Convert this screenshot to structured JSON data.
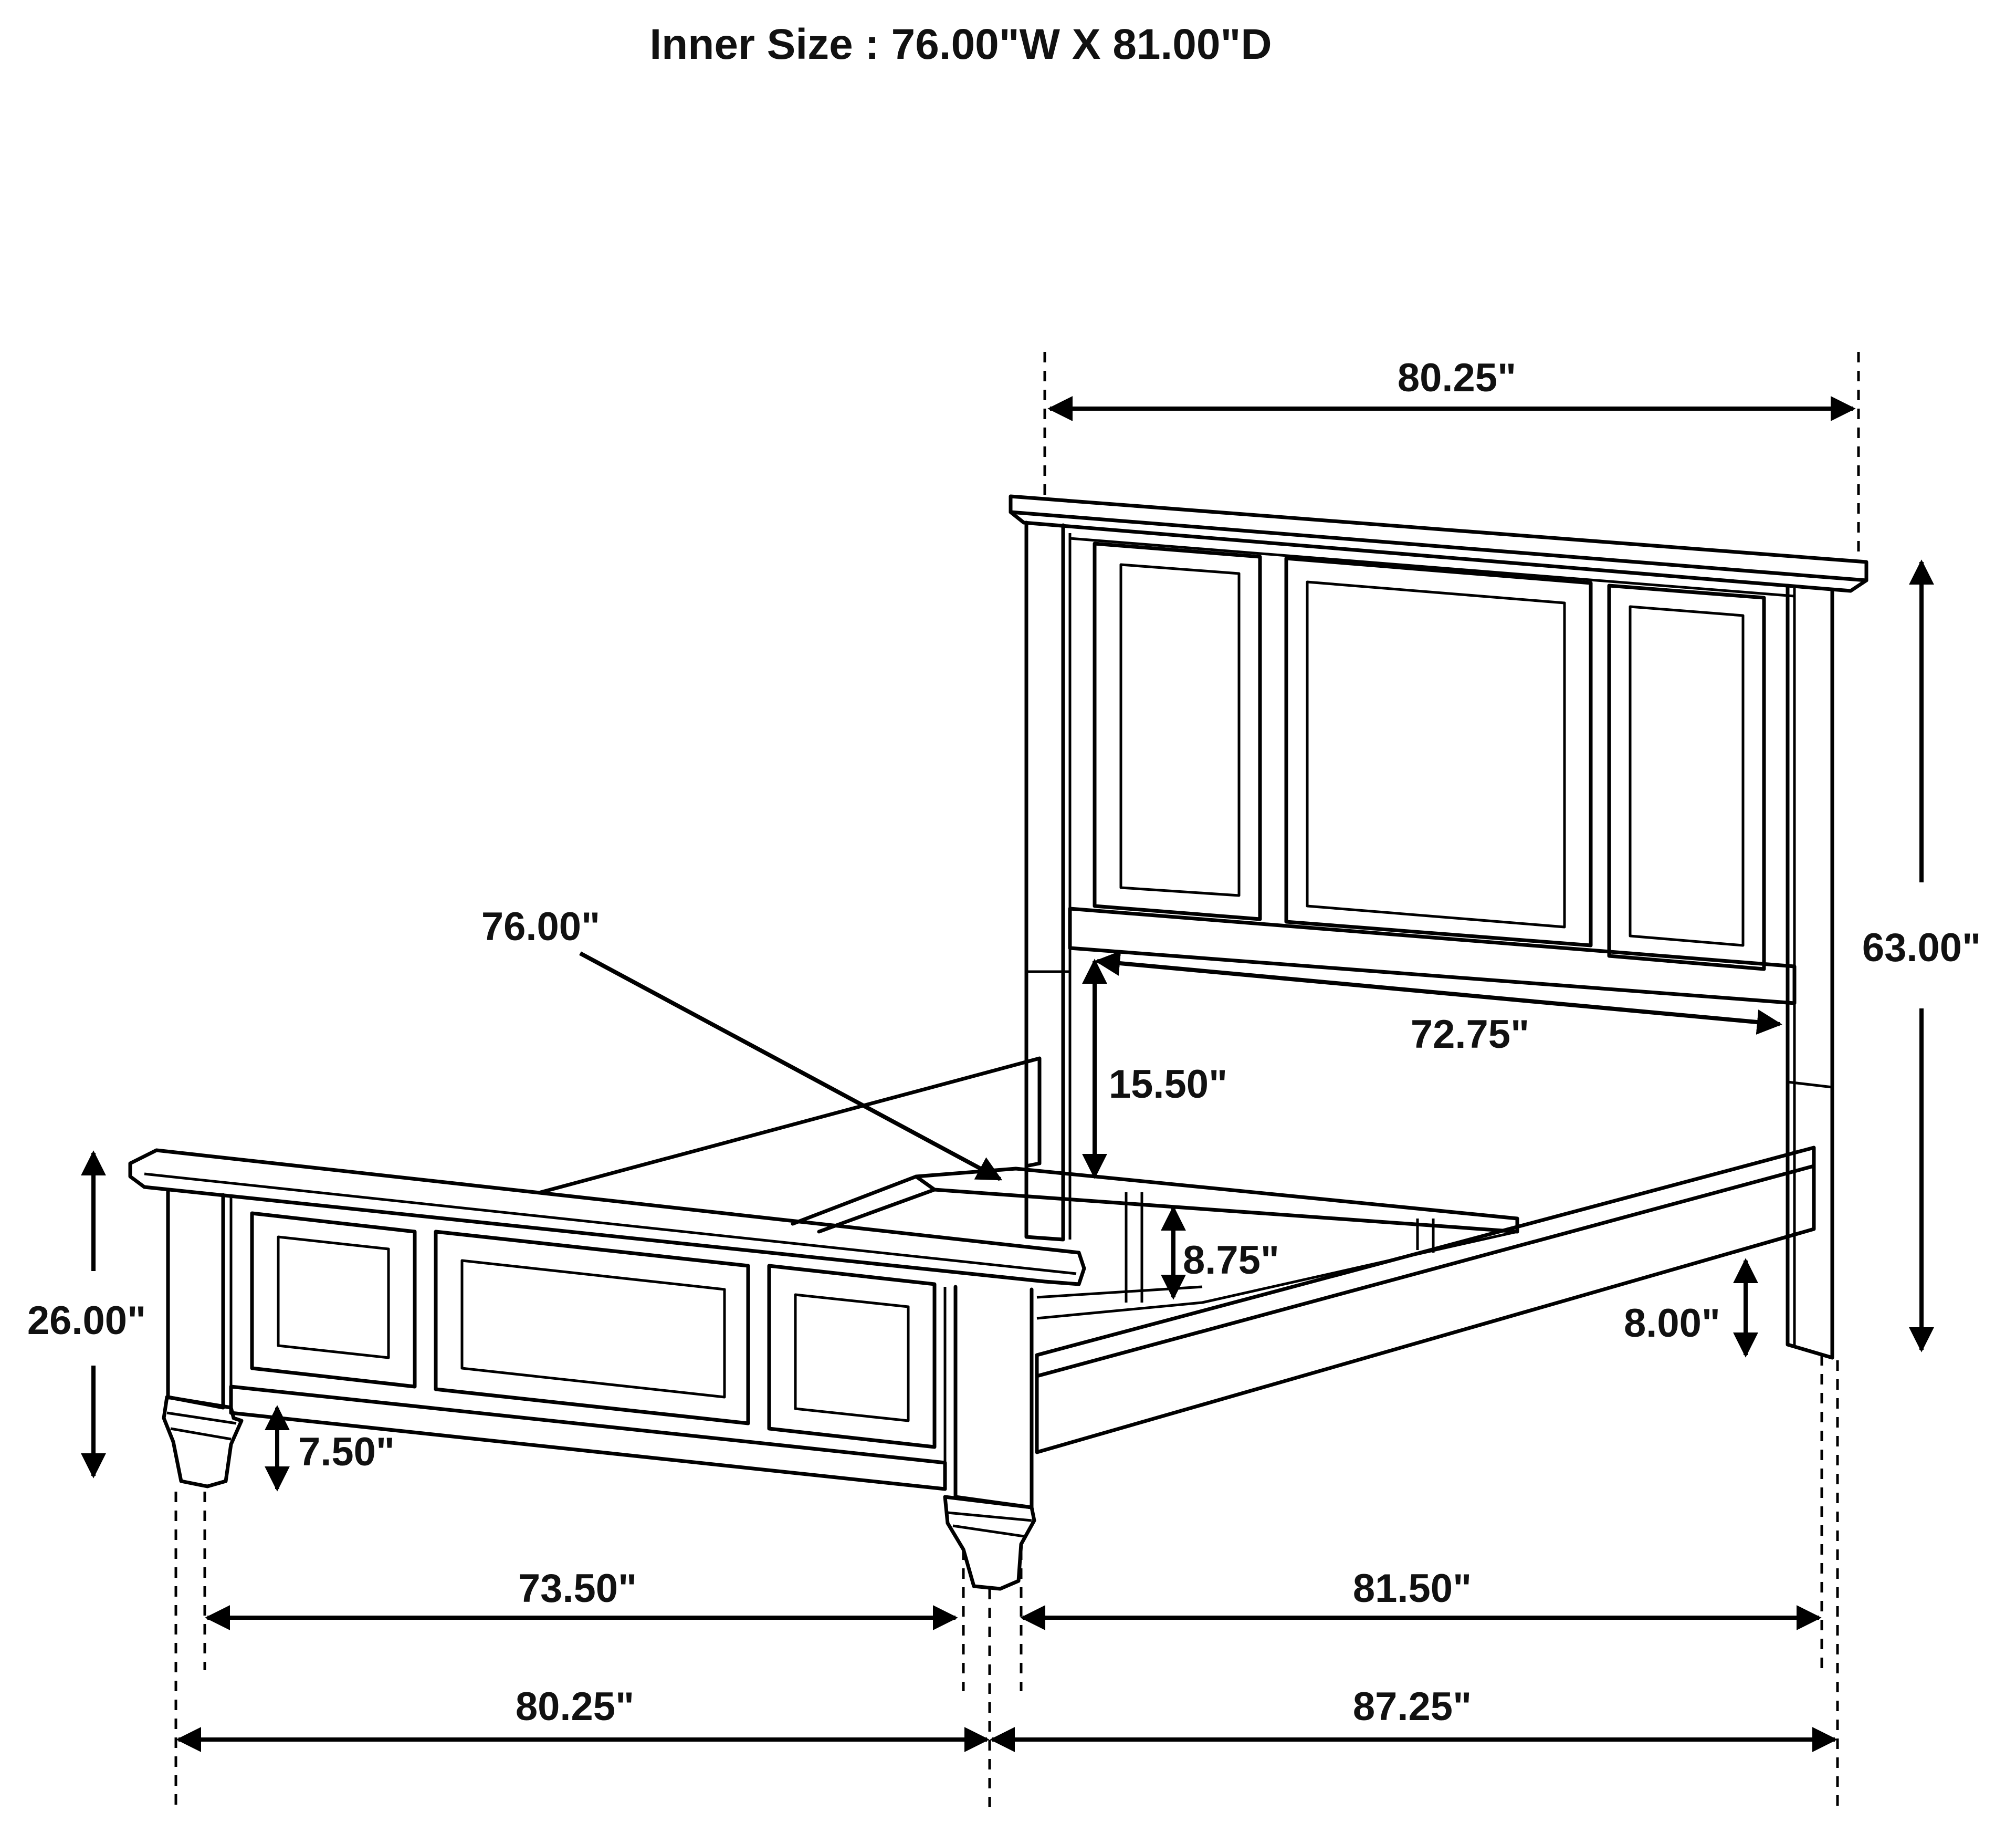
{
  "title": "Inner Size : 76.00\"W X 81.00\"D",
  "dimensions": {
    "headboard_width": "80.25\"",
    "headboard_height": "63.00\"",
    "headboard_inner_width": "72.75\"",
    "headboard_clearance": "15.50\"",
    "rail_width": "76.00\"",
    "slat_height": "8.75\"",
    "rail_clearance": "8.00\"",
    "footboard_height": "26.00\"",
    "foot_height": "7.50\"",
    "footboard_inner_width": "73.50\"",
    "side_inner_length": "81.50\"",
    "footboard_width": "80.25\"",
    "overall_length": "87.25\""
  }
}
